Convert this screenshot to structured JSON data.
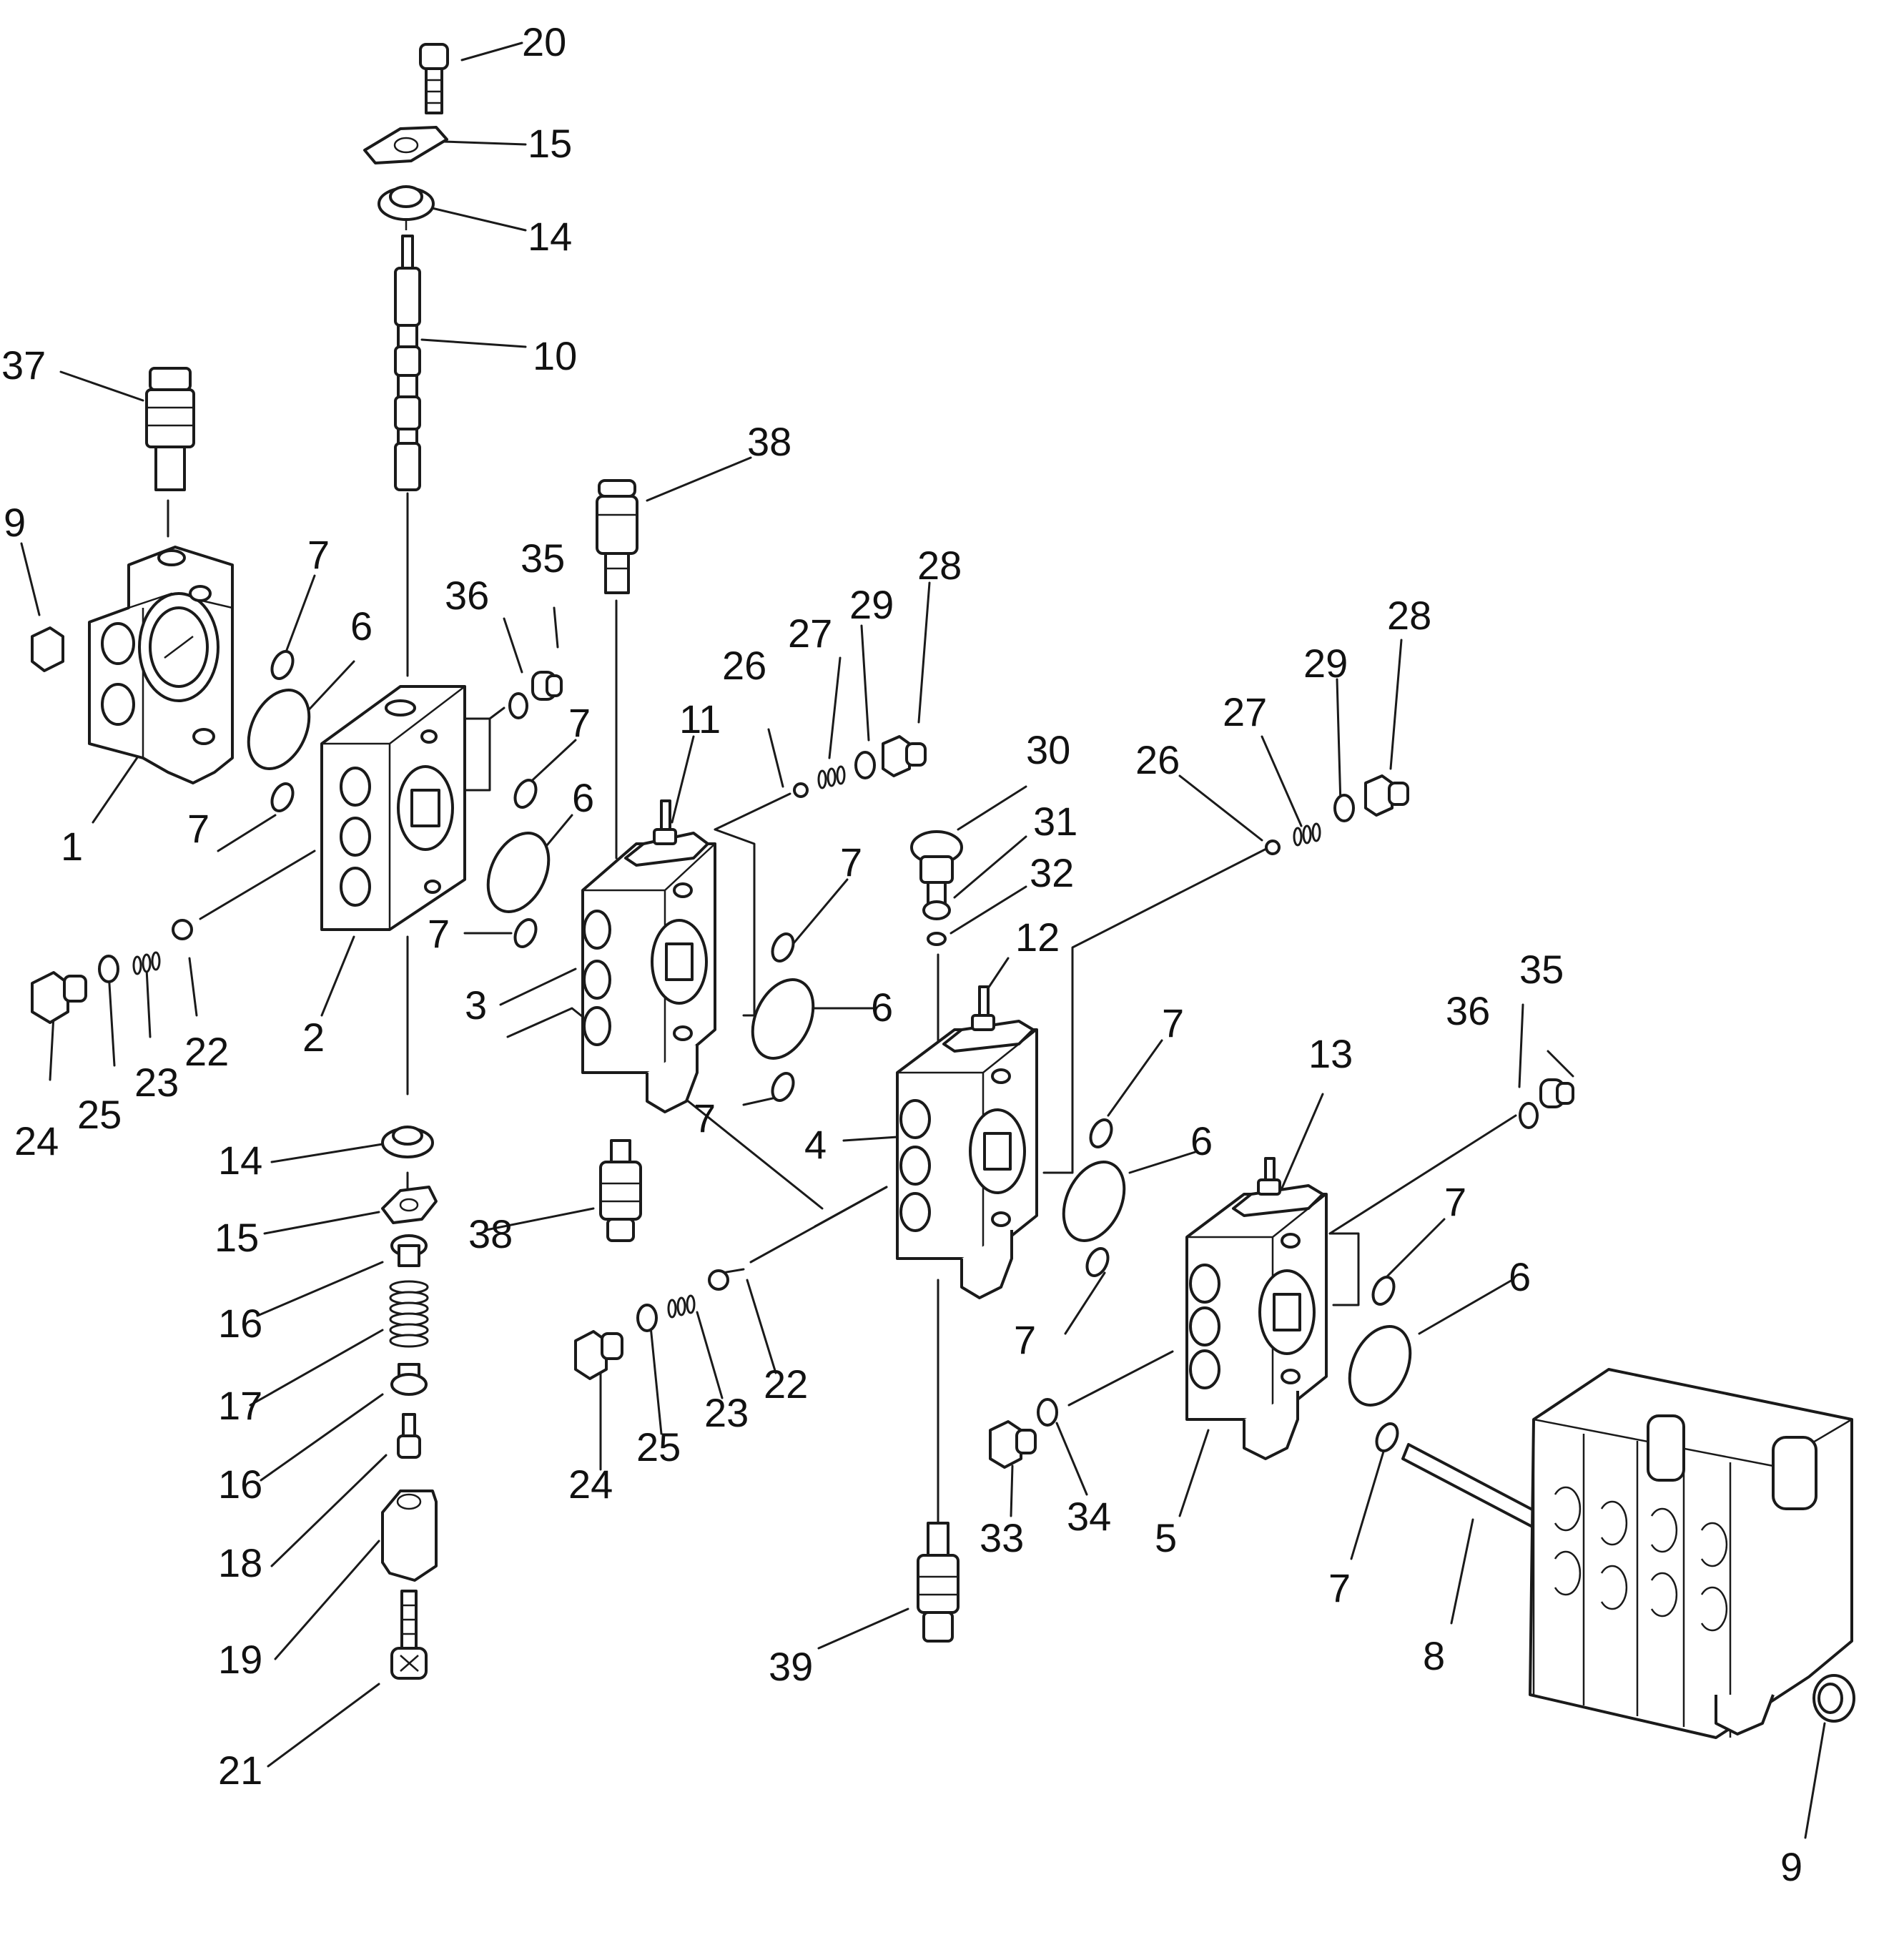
{
  "labels": [
    {
      "id": "c20",
      "text": "20"
    },
    {
      "id": "c15a",
      "text": "15"
    },
    {
      "id": "c14a",
      "text": "14"
    },
    {
      "id": "c10",
      "text": "10"
    },
    {
      "id": "c37",
      "text": "37"
    },
    {
      "id": "c9a",
      "text": "9"
    },
    {
      "id": "c7a",
      "text": "7"
    },
    {
      "id": "c6a",
      "text": "6"
    },
    {
      "id": "c1",
      "text": "1"
    },
    {
      "id": "c7b",
      "text": "7"
    },
    {
      "id": "c36a",
      "text": "36"
    },
    {
      "id": "c35a",
      "text": "35"
    },
    {
      "id": "c7c",
      "text": "7"
    },
    {
      "id": "c6b",
      "text": "6"
    },
    {
      "id": "c7d",
      "text": "7"
    },
    {
      "id": "c2",
      "text": "2"
    },
    {
      "id": "c22a",
      "text": "22"
    },
    {
      "id": "c23a",
      "text": "23"
    },
    {
      "id": "c25a",
      "text": "25"
    },
    {
      "id": "c24a",
      "text": "24"
    },
    {
      "id": "c38a",
      "text": "38"
    },
    {
      "id": "c28a",
      "text": "28"
    },
    {
      "id": "c29a",
      "text": "29"
    },
    {
      "id": "c27a",
      "text": "27"
    },
    {
      "id": "c26a",
      "text": "26"
    },
    {
      "id": "c11",
      "text": "11"
    },
    {
      "id": "c3",
      "text": "3"
    },
    {
      "id": "c7e",
      "text": "7"
    },
    {
      "id": "c6c",
      "text": "6"
    },
    {
      "id": "c7f",
      "text": "7"
    },
    {
      "id": "c30",
      "text": "30"
    },
    {
      "id": "c31",
      "text": "31"
    },
    {
      "id": "c32",
      "text": "32"
    },
    {
      "id": "c12",
      "text": "12"
    },
    {
      "id": "c28b",
      "text": "28"
    },
    {
      "id": "c29b",
      "text": "29"
    },
    {
      "id": "c27b",
      "text": "27"
    },
    {
      "id": "c26b",
      "text": "26"
    },
    {
      "id": "c4",
      "text": "4"
    },
    {
      "id": "c7g",
      "text": "7"
    },
    {
      "id": "c6d",
      "text": "6"
    },
    {
      "id": "c7h",
      "text": "7"
    },
    {
      "id": "c13",
      "text": "13"
    },
    {
      "id": "c36b",
      "text": "36"
    },
    {
      "id": "c35b",
      "text": "35"
    },
    {
      "id": "c7i",
      "text": "7"
    },
    {
      "id": "c6e",
      "text": "6"
    },
    {
      "id": "c14b",
      "text": "14"
    },
    {
      "id": "c15b",
      "text": "15"
    },
    {
      "id": "c16a",
      "text": "16"
    },
    {
      "id": "c17",
      "text": "17"
    },
    {
      "id": "c16b",
      "text": "16"
    },
    {
      "id": "c18",
      "text": "18"
    },
    {
      "id": "c19",
      "text": "19"
    },
    {
      "id": "c21",
      "text": "21"
    },
    {
      "id": "c38b",
      "text": "38"
    },
    {
      "id": "c22b",
      "text": "22"
    },
    {
      "id": "c23b",
      "text": "23"
    },
    {
      "id": "c25b",
      "text": "25"
    },
    {
      "id": "c24b",
      "text": "24"
    },
    {
      "id": "c39",
      "text": "39"
    },
    {
      "id": "c33",
      "text": "33"
    },
    {
      "id": "c34",
      "text": "34"
    },
    {
      "id": "c5",
      "text": "5"
    },
    {
      "id": "c7j",
      "text": "7"
    },
    {
      "id": "c8",
      "text": "8"
    },
    {
      "id": "c9b",
      "text": "9"
    }
  ]
}
